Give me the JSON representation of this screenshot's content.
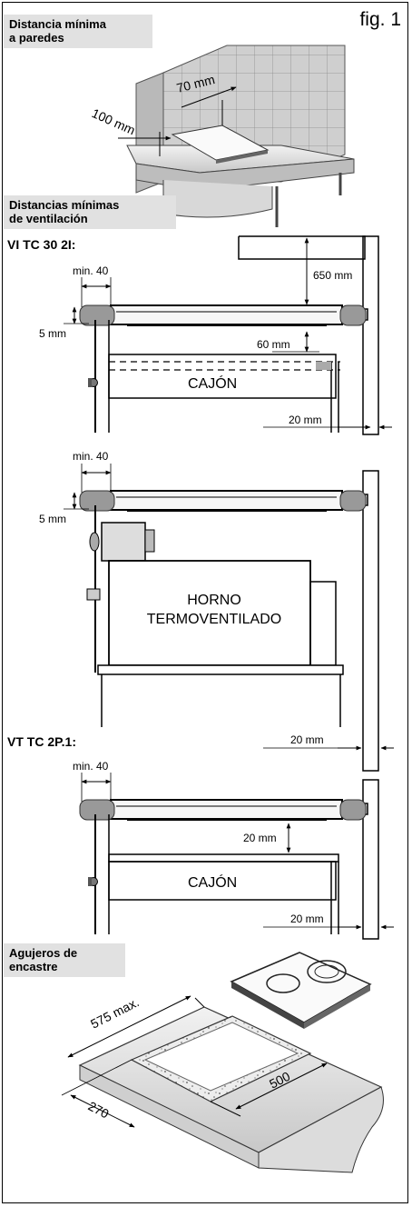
{
  "figure": {
    "label": "fig. 1"
  },
  "sections": {
    "walls": {
      "title": "Distancia mínima\na paredes"
    },
    "ventilation": {
      "title": "Distancias mínimas\nde ventilación"
    },
    "cutout": {
      "title": "Agujeros de\nencastre"
    }
  },
  "walls_diagram": {
    "dim_back": "70 mm",
    "dim_side": "100 mm"
  },
  "models": {
    "first": "VI TC 30 2I:",
    "second": "VT TC 2P.1:"
  },
  "drawer_install": {
    "min_label": "min. 40",
    "dim_top": "650 mm",
    "dim_gap": "60 mm",
    "dim_side": "5 mm",
    "drawer_label": "CAJÓN",
    "dim_wall": "20 mm"
  },
  "oven_install": {
    "min_label": "min. 40",
    "dim_side": "5 mm",
    "oven_label_line1": "HORNO",
    "oven_label_line2": "TERMOVENTILADO",
    "dim_wall": "20 mm"
  },
  "drawer_install_2": {
    "min_label": "min. 40",
    "dim_gap": "20 mm",
    "drawer_label": "CAJÓN",
    "dim_wall": "20 mm"
  },
  "cutout_diagram": {
    "dim_depth_max": "575 max.",
    "dim_width": "500",
    "dim_front": "270"
  }
}
